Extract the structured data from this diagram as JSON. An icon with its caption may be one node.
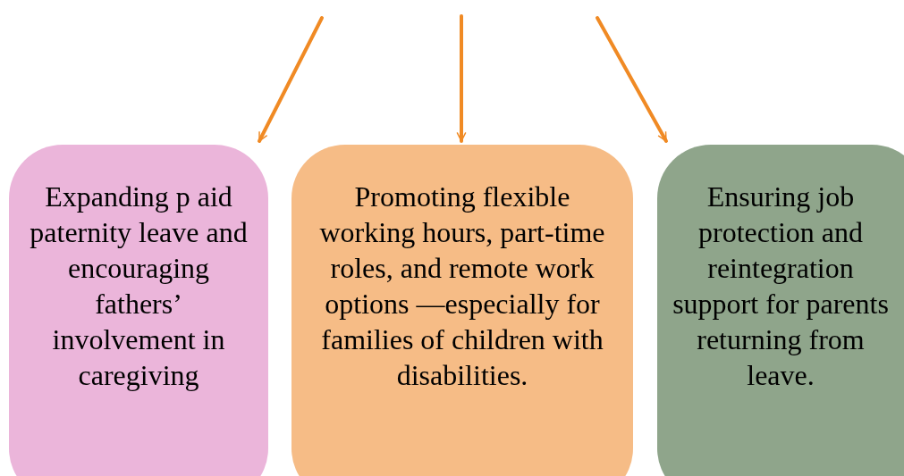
{
  "diagram": {
    "nodes": [
      {
        "text": [
          "Expanding p aid paternity leave and encouraging fathers’ involvement in caregiving"
        ]
      },
      {
        "text": [
          "Promoting flexible working hours, part-time roles, and remote work options —especially for families of children with disabilities."
        ]
      },
      {
        "text": [
          "Ensuring job protection and reintegration support for parents returning from leave."
        ]
      }
    ],
    "edges": [
      {
        "from": null,
        "to": 0,
        "arrow": "to"
      },
      {
        "from": null,
        "to": 1,
        "arrow": "to"
      },
      {
        "from": null,
        "to": 2,
        "arrow": "to"
      }
    ]
  }
}
